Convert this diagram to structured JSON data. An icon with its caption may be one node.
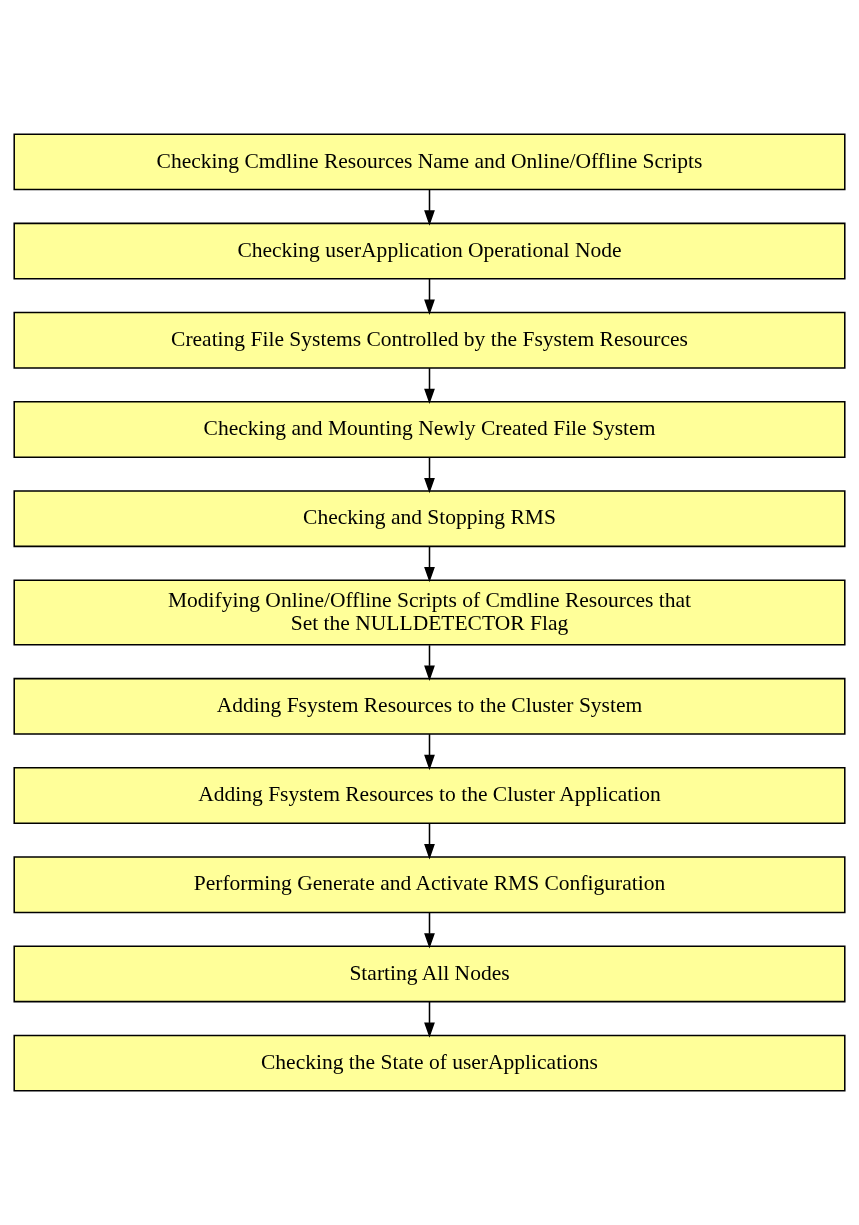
{
  "diagram": {
    "nodes": [
      {
        "text": [
          "Checking Cmdline Resources Name and Online/Offline Scripts"
        ]
      },
      {
        "text": [
          "Checking userApplication Operational Node"
        ]
      },
      {
        "text": [
          "Creating File Systems Controlled by the Fsystem Resources"
        ]
      },
      {
        "text": [
          "Checking and Mounting Newly Created File System"
        ]
      },
      {
        "text": [
          "Checking and Stopping RMS"
        ]
      },
      {
        "text": [
          "Modifying Online/Offline Scripts of Cmdline Resources that Set the NULLDETECTOR Flag"
        ]
      },
      {
        "text": [
          "Adding Fsystem Resources to the Cluster System"
        ]
      },
      {
        "text": [
          "Adding Fsystem Resources to the Cluster Application"
        ]
      },
      {
        "text": [
          "Performing Generate and Activate RMS Configuration"
        ]
      },
      {
        "text": [
          "Starting All Nodes"
        ]
      },
      {
        "text": [
          "Checking the State of userApplications"
        ]
      }
    ],
    "edges": [
      {
        "from": 0,
        "to": 1,
        "arrow": "to"
      },
      {
        "from": 1,
        "to": 2,
        "arrow": "to"
      },
      {
        "from": 2,
        "to": 3,
        "arrow": "to"
      },
      {
        "from": 3,
        "to": 4,
        "arrow": "to"
      },
      {
        "from": 4,
        "to": 5,
        "arrow": "to"
      },
      {
        "from": 5,
        "to": 6,
        "arrow": "to"
      },
      {
        "from": 6,
        "to": 7,
        "arrow": "to"
      },
      {
        "from": 7,
        "to": 8,
        "arrow": "to"
      },
      {
        "from": 8,
        "to": 9,
        "arrow": "to"
      },
      {
        "from": 9,
        "to": 10,
        "arrow": "to"
      }
    ]
  }
}
